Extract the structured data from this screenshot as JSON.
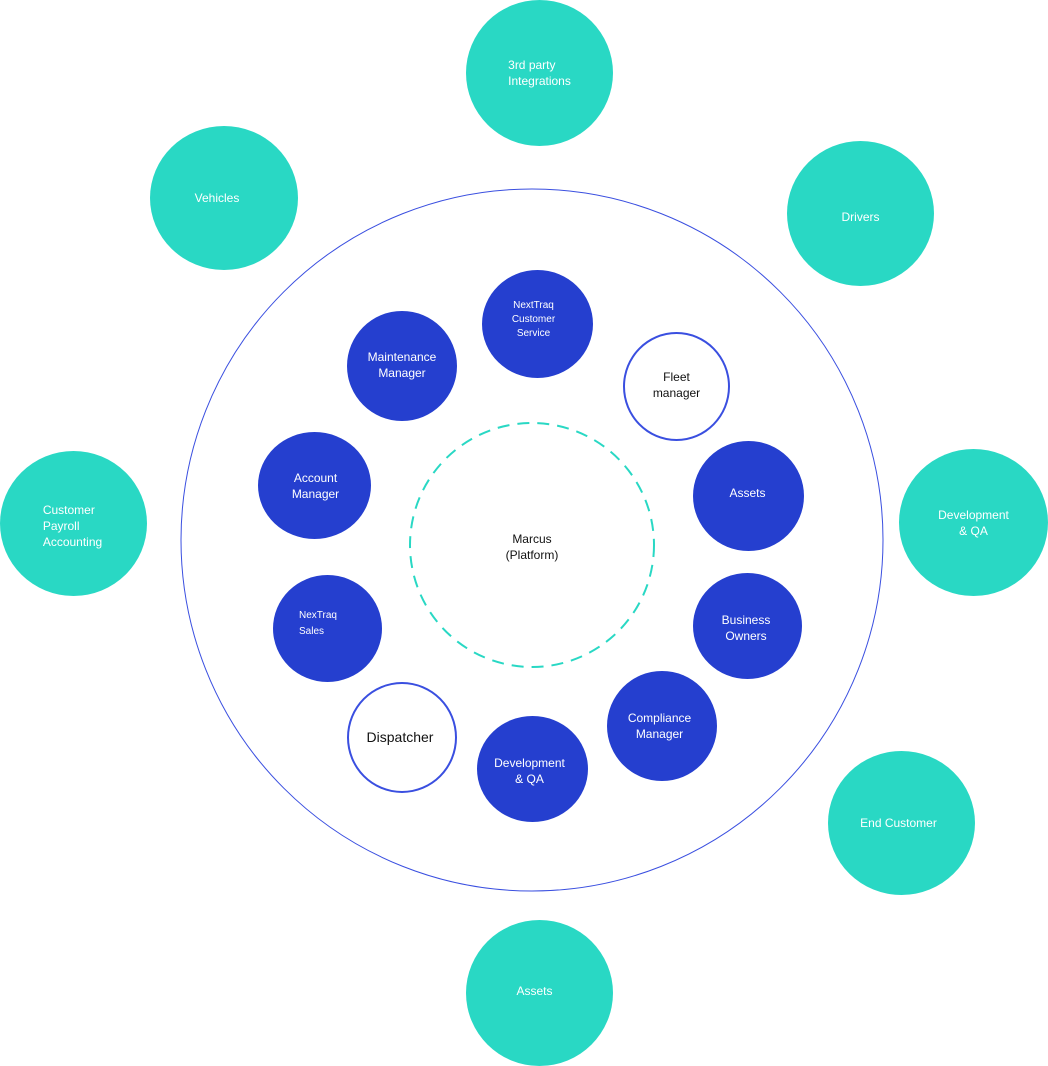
{
  "colors": {
    "outer_ring_fill": "#29d8c4",
    "inner_node_fill": "#253fcf",
    "boundary_stroke": "#3a4fe0",
    "dashed_circle_stroke": "#29d8c4"
  },
  "center": {
    "label": "Marcus\n(Platform)"
  },
  "inner_nodes": {
    "nexttraq_customer_service": "NextTraq\nCustomer\nService",
    "fleet_manager": "Fleet\nmanager",
    "maintenance_manager": "Maintenance\nManager",
    "account_manager": "Account\nManager",
    "assets": "Assets",
    "nextraq_sales": "NexTraq\nSales",
    "business_owners": "Business\nOwners",
    "compliance_manager": "Compliance\nManager",
    "development_qa": "Development\n& QA",
    "dispatcher": "Dispatcher"
  },
  "outer_nodes": {
    "third_party_integrations": "3rd party\nIntegrations",
    "vehicles": "Vehicles",
    "drivers": "Drivers",
    "customer_payroll_accounting": "Customer\nPayroll\nAccounting",
    "development_qa": "Development\n& QA",
    "end_customer": "End Customer",
    "assets": "Assets"
  }
}
